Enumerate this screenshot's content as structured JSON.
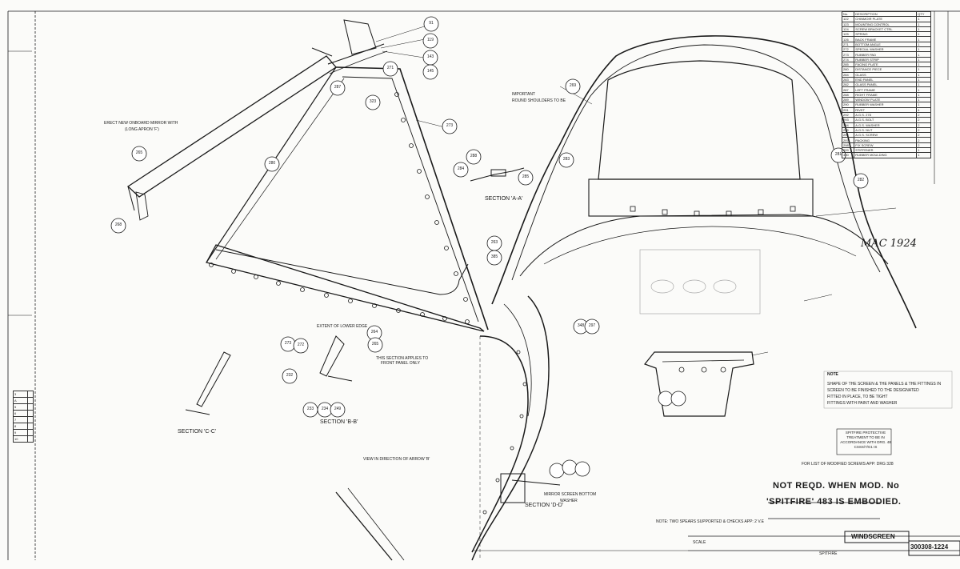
{
  "labels": {
    "section_aa": "SECTION 'A-A'",
    "section_bb": "SECTION 'B-B'",
    "section_cc": "SECTION 'C-C'",
    "section_dd": "SECTION 'D-D'",
    "view_direction": "VIEW IN DIRECTION OF ARROW 'B'",
    "not_reqd_1": "NOT REQD. WHEN MOD. No",
    "not_reqd_2": "'SPITFIRE' 483 IS EMBODIED.",
    "stamp": "MAC 1924",
    "spitfire_note": "SPITFIRE PROTECTIVE TREATMENT TO BE IN ACCORDANCE WITH DRG. 48 CSSS/7/G1 IS",
    "windscreen": "WINDSCREEN",
    "drawing_no": "300308-1224",
    "note_bottom": "NOTE: TWO SPEARS SUPPORTED & CHECKS APP: 2 V.E",
    "for_list": "FOR LIST OF MODIFIED SCREWS APP: DRG 328",
    "erect_note": "ERECT NEW ONBOARD MIRROR WITH",
    "rear_note": "(LONG APRON 'F')",
    "important": "IMPORTANT",
    "glass_note": "ROUND SHOULDERS TO BE",
    "glass_1": "EXTENT OF LOWER EDGE",
    "glass_2": "THIS SECTION APPLIES TO",
    "glass_3": "FRONT PANEL ONLY",
    "mirror_1": "MIRROR SCREEN BOTTOM",
    "mirror_2": "WASHER",
    "text_1": "SHAPE OF THE SCREEN & THE PANELS & THE FITTINGS IN",
    "text_2": "SCREEN TO BE FINISHED TO THE DESIGNATED",
    "text_3": "FITTED IN PLACE, TO BE TIGHT",
    "text_4": "FITTINGS WITH PAINT AND WASHER",
    "note_label": "NOTE",
    "sheet_scale": "SCALE",
    "sheet_title": "SPITFIRE"
  },
  "callouts": [
    "91",
    "119",
    "143",
    "145",
    "271",
    "287",
    "323",
    "269",
    "273",
    "280",
    "265",
    "288",
    "284",
    "285",
    "283",
    "263",
    "385",
    "268",
    "264",
    "265",
    "273",
    "272",
    "232",
    "233",
    "234",
    "249",
    "348",
    "297",
    "281",
    "282"
  ],
  "parts_table": {
    "header": [
      "No.",
      "DESCRIPTION",
      "QTY"
    ],
    "rows": [
      [
        "122",
        "CHINMOIR PLATE",
        "1"
      ],
      [
        "123",
        "MOUNTING CONTROL",
        "1"
      ],
      [
        "124",
        "SCREW BRACKET CTRL",
        "1"
      ],
      [
        "125",
        "SPRING",
        "1"
      ],
      [
        "126",
        "BACK FRAME",
        "1"
      ],
      [
        "271",
        "BOTTOM ANGLE",
        "1"
      ],
      [
        "272",
        "SPECIAL WASHER",
        "1"
      ],
      [
        "273",
        "RUBBER PAD",
        "1"
      ],
      [
        "274",
        "RUBBER STRIP",
        "1"
      ],
      [
        "285",
        "FACING PLATE",
        "1"
      ],
      [
        "280",
        "DISTANCE PIECE",
        "1"
      ],
      [
        "284",
        "GLASS",
        "1"
      ],
      [
        "283",
        "END PANEL",
        "1"
      ],
      [
        "282",
        "GLASS PANEL",
        "1"
      ],
      [
        "287",
        "LEFT FRAME",
        "1"
      ],
      [
        "288",
        "RIGHT FRAME",
        "1"
      ],
      [
        "289",
        "WINDOW PLATE",
        "1"
      ],
      [
        "290",
        "RUBBER WASHER",
        "1"
      ],
      [
        "291",
        "RIVET",
        "4"
      ],
      [
        "292",
        "A.G.S. 278",
        "2"
      ],
      [
        "293",
        "A.G.S. BOLT",
        "2"
      ],
      [
        "294",
        "A.G.S. WASHER",
        "2"
      ],
      [
        "295",
        "A.G.S. NUT",
        "2"
      ],
      [
        "296",
        "A.G.S. SCREW",
        "2"
      ],
      [
        "297",
        "PACKING",
        "2"
      ],
      [
        "298",
        "FIX SCREW",
        "2"
      ],
      [
        "299",
        "STIFFENER",
        "1"
      ],
      [
        "300",
        "RUBBER MOULDING",
        "1"
      ]
    ]
  },
  "mini_table": {
    "rows": [
      "3",
      "A",
      "5",
      "6",
      "7",
      "8",
      "9",
      "10"
    ]
  }
}
